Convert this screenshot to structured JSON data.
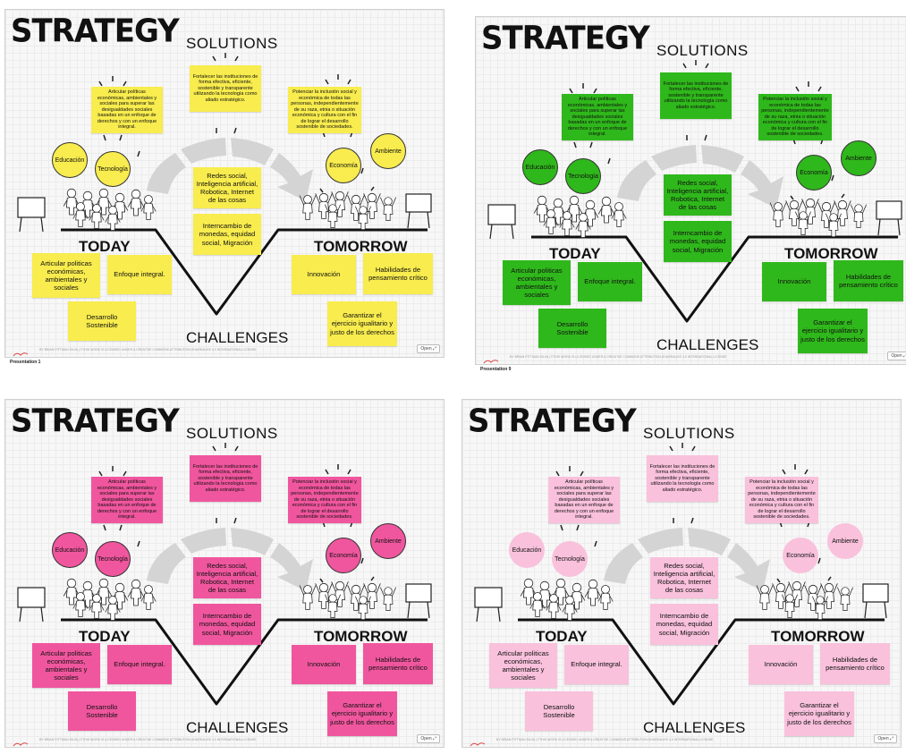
{
  "boards": [
    {
      "caption": "Presentation 1",
      "color": "#f8ec4e",
      "circle_border": true,
      "note_text_color": "#111"
    },
    {
      "caption": "Presentation 9",
      "color": "#2fb81b",
      "circle_border": true,
      "note_text_color": "#111"
    },
    {
      "caption": "",
      "color": "#f0569e",
      "circle_border": true,
      "note_text_color": "#111"
    },
    {
      "caption": "",
      "color": "#f9c1dc",
      "circle_border": false,
      "note_text_color": "#111"
    }
  ],
  "labels": {
    "strategy": "STRATEGY",
    "solutions": "SOLUTIONS",
    "today": "TODAY",
    "tomorrow": "TOMORROW",
    "challenges": "CHALLENGES"
  },
  "notes": {
    "solution_left": "Articular políticas económicas, ambientales y sociales para superar las desigualdades sociales basadas en un enfoque de derechos y con un enfoque integral.",
    "solution_center": "Fortalecer las instituciones de forma efectiva, eficiente, sostenible y transparente utilizando la tecnología como aliado estratégico.",
    "solution_right": "Potenciar la inclusión social y económica de todas las personas, independientemente de su raza, etnia o situación económica y cultura con el fin de lograr el desarrollo sostenible de sociedades.",
    "redes": "Redes social, Inteligencia artificial, Robotica, Internet de las cosas",
    "intercambio": "Interncambio de monedas, equidad social, Migración",
    "articular": "Articular politicas económicas, ambientales y sociales",
    "enfoque": "Enfoque integral.",
    "desarrollo": "Desarrollo Sostenible",
    "innovacion": "Innovación",
    "habilidades": "Habilidades de pensamiento crítico",
    "garantizar": "Garantizar el ejercicio igualitario y justo de los derechos"
  },
  "circles": {
    "educacion": "Educación",
    "tecnologia": "Tecnología",
    "economia": "Economía",
    "ambiente": "Ambiente"
  },
  "footer": {
    "text": "BY BRIAN PITTMAN SILVA | ©THIS WORK IS LICENSED UNDER A CREATIVE COMMONS ATTRIBUTION-SHAREALIKE 4.0 INTERNATIONAL LICENSE",
    "open_button": "Open"
  },
  "icons": {
    "logo": "drawing-logo-icon",
    "open": "open-expand-icon"
  }
}
